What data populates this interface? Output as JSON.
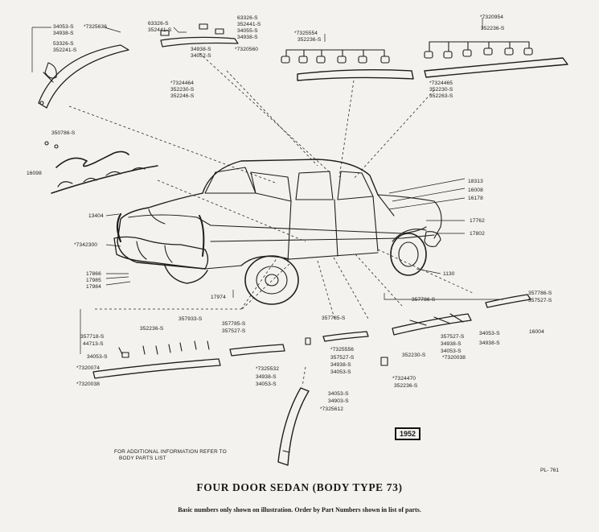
{
  "title": "FOUR DOOR SEDAN (BODY TYPE 73)",
  "subtitle": "Basic numbers only shown on illustration.   Order by Part Numbers shown in list of parts.",
  "note_line1": "FOR ADDITIONAL INFORMATION REFER TO",
  "note_line2": "BODY PARTS LIST",
  "plate_number": "PL- 761",
  "year_badge": "1952",
  "labels": [
    "34053-S",
    "34938-S",
    "*7325636",
    "53326-S",
    "352241-S",
    "63326-S",
    "352441-S",
    "63326-S",
    "352441-S",
    "34055-S",
    "34938-S",
    "34938-S",
    "34052-S",
    "*7320560",
    "*7324464",
    "352230-S",
    "352246-S",
    "*7325554",
    "352236-S",
    "*7320954",
    "352236-S",
    "*7324465",
    "352230-S",
    "352263-S",
    "350786-S",
    "16098",
    "18313",
    "16008",
    "16178",
    "13404",
    "*7342300",
    "17762",
    "17802",
    "17866",
    "17985",
    "17984",
    "17974",
    "1130",
    "357786-S",
    "357527-S",
    "16004",
    "357786-S",
    "357527-S",
    "34938-S",
    "34053-S",
    "*7320038",
    "34053-S",
    "34938-S",
    "352230-S",
    "*7324470",
    "352236-S",
    "357785-S",
    "*7325556",
    "357527-S",
    "34938-S",
    "34053-S",
    "357785-S",
    "357527-S",
    "*7325532",
    "34938-S",
    "34053-S",
    "352236-S",
    "357933-S",
    "357718-S",
    "44713-S",
    "34053-S",
    "*7320074",
    "*7320038",
    "34053-S",
    "34903-S",
    "*7325612"
  ]
}
